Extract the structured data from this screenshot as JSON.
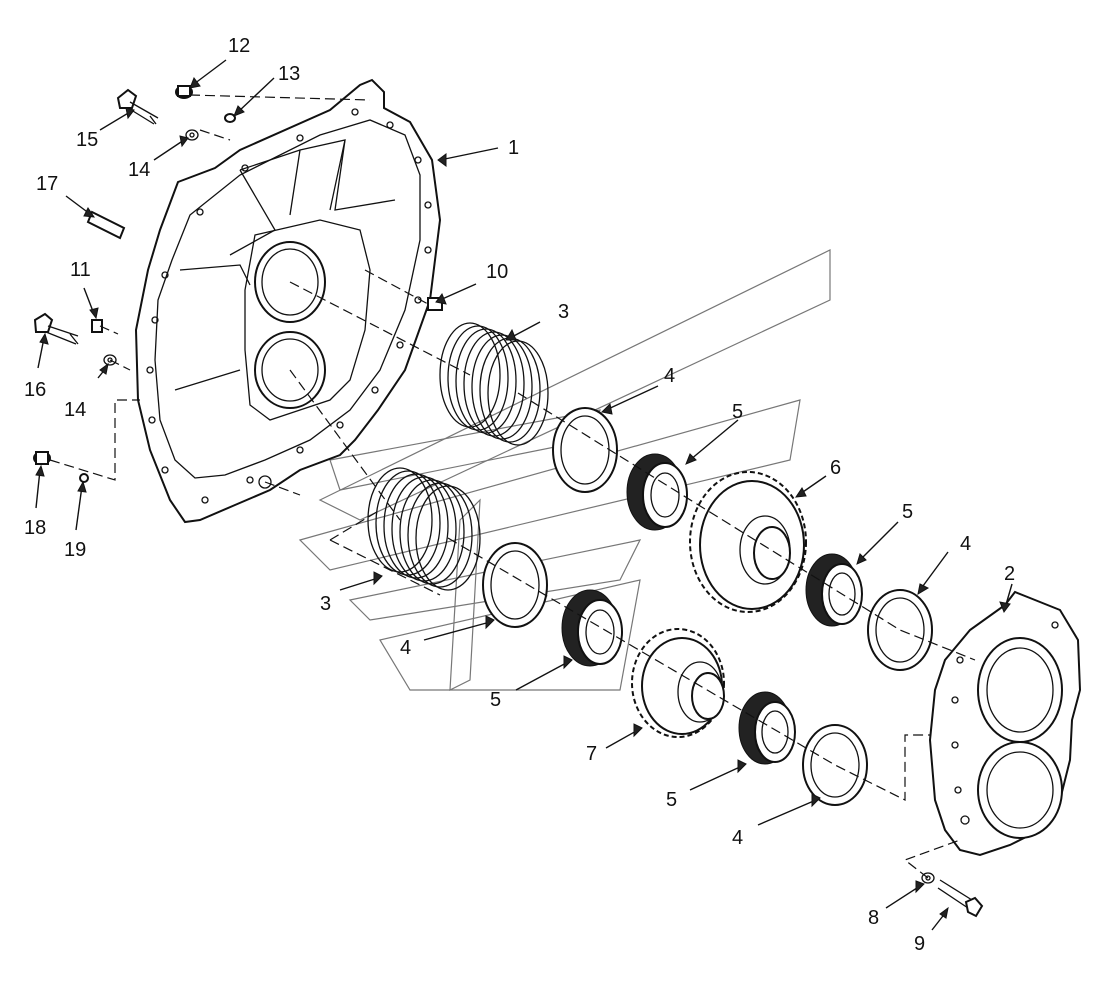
{
  "diagram": {
    "callouts": [
      {
        "id": "c1",
        "label": "1"
      },
      {
        "id": "c2",
        "label": "2"
      },
      {
        "id": "c3a",
        "label": "3"
      },
      {
        "id": "c3b",
        "label": "3"
      },
      {
        "id": "c4a",
        "label": "4"
      },
      {
        "id": "c4b",
        "label": "4"
      },
      {
        "id": "c4c",
        "label": "4"
      },
      {
        "id": "c4d",
        "label": "4"
      },
      {
        "id": "c5a",
        "label": "5"
      },
      {
        "id": "c5b",
        "label": "5"
      },
      {
        "id": "c5c",
        "label": "5"
      },
      {
        "id": "c5d",
        "label": "5"
      },
      {
        "id": "c6",
        "label": "6"
      },
      {
        "id": "c7",
        "label": "7"
      },
      {
        "id": "c8",
        "label": "8"
      },
      {
        "id": "c9",
        "label": "9"
      },
      {
        "id": "c10",
        "label": "10"
      },
      {
        "id": "c11",
        "label": "11"
      },
      {
        "id": "c12",
        "label": "12"
      },
      {
        "id": "c13",
        "label": "13"
      },
      {
        "id": "c14a",
        "label": "14"
      },
      {
        "id": "c14b",
        "label": "14"
      },
      {
        "id": "c15",
        "label": "15"
      },
      {
        "id": "c16",
        "label": "16"
      },
      {
        "id": "c17",
        "label": "17"
      },
      {
        "id": "c18",
        "label": "18"
      },
      {
        "id": "c19",
        "label": "19"
      }
    ]
  }
}
